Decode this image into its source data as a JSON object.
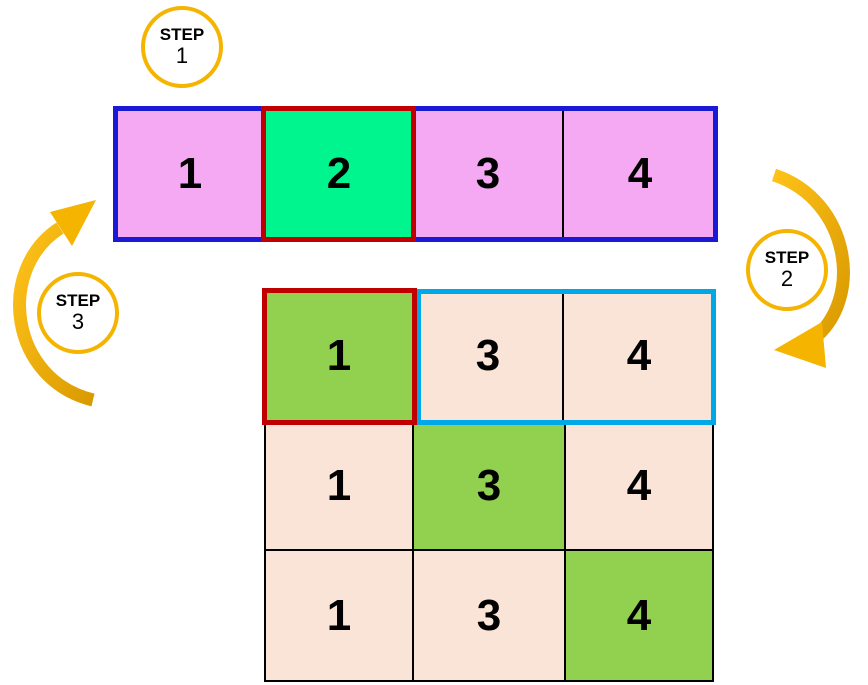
{
  "colors": {
    "top_cell": "#f4a9f2",
    "top_highlight": "#00f58f",
    "grid_cell": "#fae4d8",
    "grid_highlight": "#92d050",
    "blue_frame": "#1a1ad6",
    "red_frame": "#c00000",
    "cyan_frame": "#00a8e8",
    "arrow": "#f4b400"
  },
  "top_row": [
    "1",
    "2",
    "3",
    "4"
  ],
  "grid": [
    [
      "1",
      "3",
      "4"
    ],
    [
      "1",
      "3",
      "4"
    ],
    [
      "1",
      "3",
      "4"
    ]
  ],
  "steps": [
    {
      "label": "STEP",
      "number": "1"
    },
    {
      "label": "STEP",
      "number": "2"
    },
    {
      "label": "STEP",
      "number": "3"
    }
  ]
}
